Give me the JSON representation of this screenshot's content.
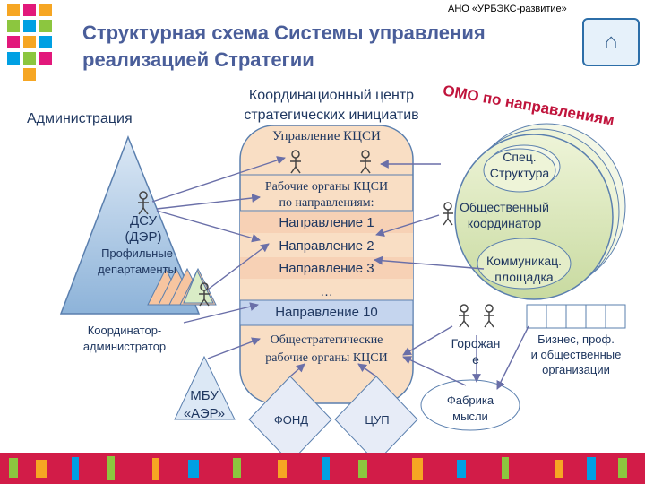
{
  "header": {
    "org": "АНО «УРБЭКС-развитие»",
    "title_line1": "Структурная схема Системы управления",
    "title_line2": "реализацией Стратегии"
  },
  "nodes": {
    "coord_center_1": "Координационный центр",
    "coord_center_2": "стратегических инициатив",
    "administration": "Администрация",
    "kcsi_mgmt": "Управление КЦСИ",
    "working_1": "Рабочие органы КЦСИ",
    "working_2": "по направлениям:",
    "dir1": "Направление 1",
    "dir2": "Направление 2",
    "dir3": "Направление 3",
    "dots": "…",
    "dir10": "Направление 10",
    "general_1": "Общестратегические",
    "general_2": "рабочие органы КЦСИ",
    "dsu_1": "ДСУ",
    "dsu_2": "(ДЭР)",
    "profile_1": "Профильные",
    "profile_2": "департаменты",
    "coord_admin_1": "Координатор-",
    "coord_admin_2": "администратор",
    "mbu_1": "МБУ",
    "mbu_2": "«АЭР»",
    "fond": "ФОНД",
    "cup": "ЦУП",
    "omo": "ОМО по направлениям",
    "spec_1": "Спец.",
    "spec_2": "Структура",
    "public_1": "Общественный",
    "public_2": "координатор",
    "comm_1": "Коммуникац.",
    "comm_2": "площадка",
    "citizen_1": "Горожан",
    "citizen_2": "е",
    "business_1": "Бизнес, проф.",
    "business_2": "и общественные",
    "business_3": "организации",
    "factory_1": "Фабрика",
    "factory_2": "мысли"
  }
}
